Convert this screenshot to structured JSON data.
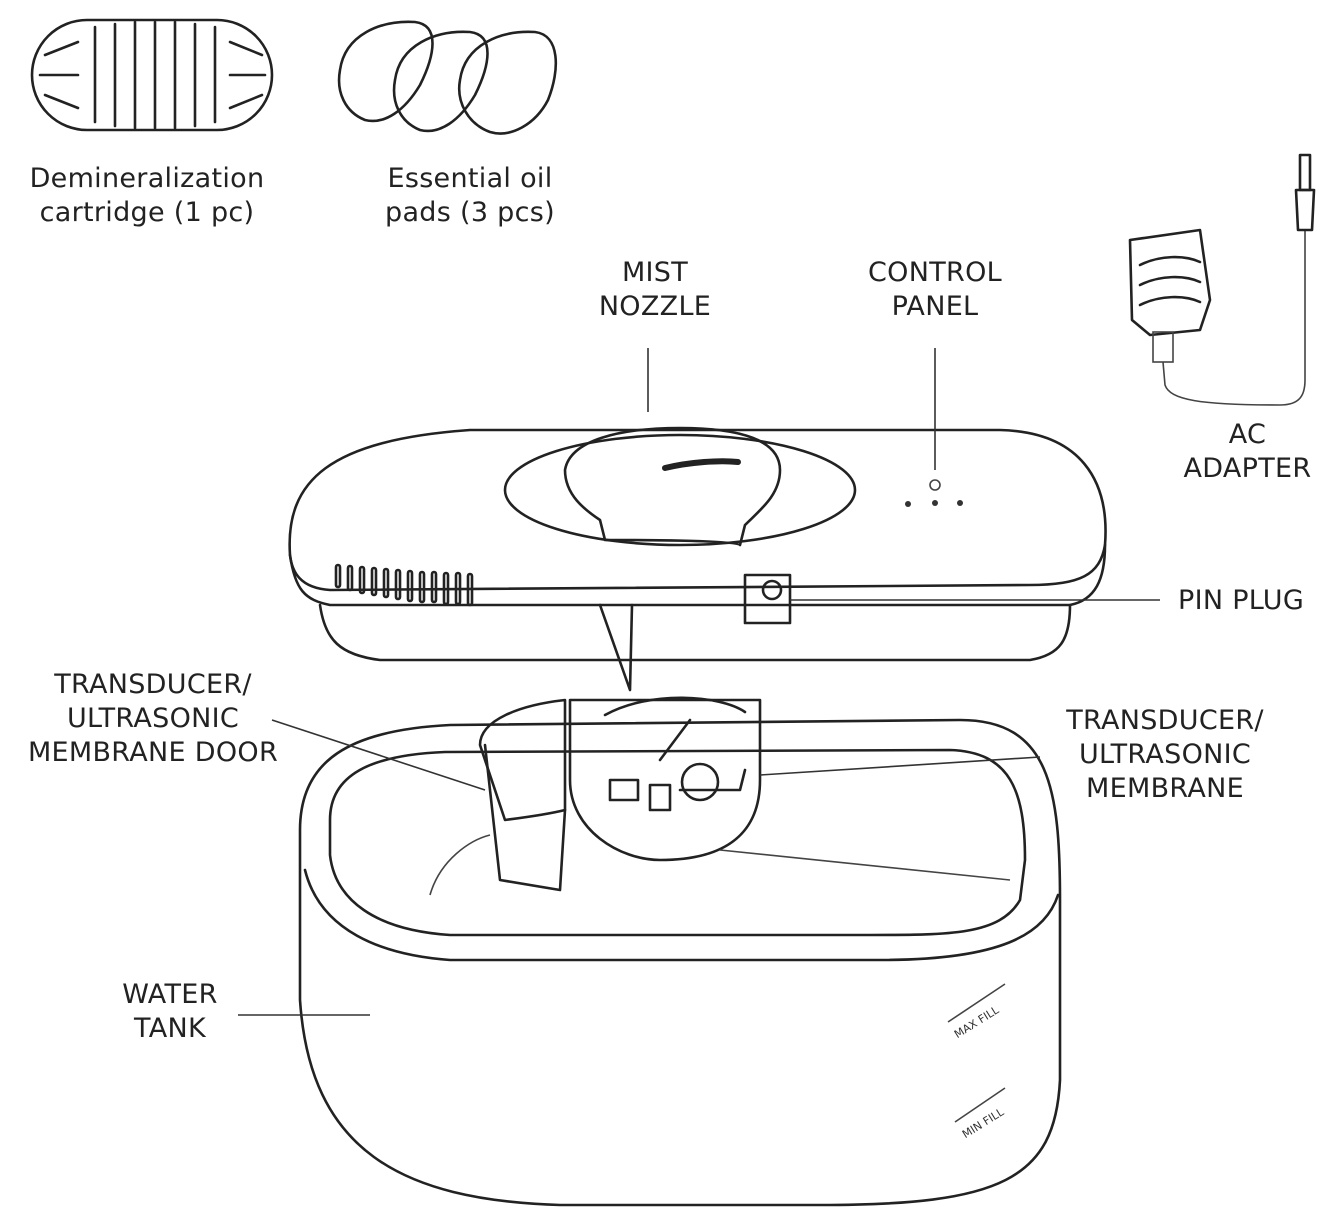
{
  "accessories": {
    "cartridge": {
      "line1": "Demineralization",
      "line2": "cartridge (1 pc)"
    },
    "pads": {
      "line1": "Essential oil",
      "line2": "pads (3 pcs)"
    }
  },
  "callouts": {
    "mist_nozzle": {
      "line1": "MIST",
      "line2": "NOZZLE"
    },
    "control_panel": {
      "line1": "CONTROL",
      "line2": "PANEL"
    },
    "ac_adapter": {
      "line1": "AC",
      "line2": "ADAPTER"
    },
    "pin_plug": {
      "line1": "PIN PLUG"
    },
    "membrane_door": {
      "line1": "TRANSDUCER/",
      "line2": "ULTRASONIC",
      "line3": "MEMBRANE DOOR"
    },
    "membrane": {
      "line1": "TRANSDUCER/",
      "line2": "ULTRASONIC",
      "line3": "MEMBRANE"
    },
    "water_tank": {
      "line1": "WATER",
      "line2": "TANK"
    }
  },
  "tank_markings": {
    "max": "MAX FILL",
    "min": "MIN FILL"
  }
}
